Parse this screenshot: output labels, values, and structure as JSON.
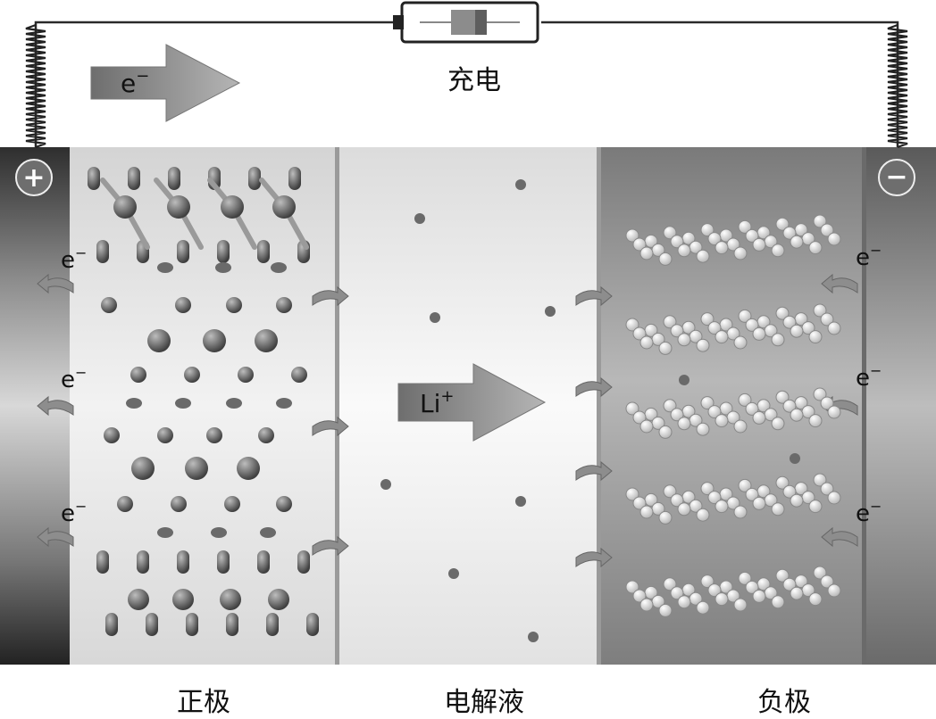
{
  "diagram": {
    "charging_label": "充电",
    "electron_label": "e",
    "electron_sup": "−",
    "lithium_label": "Li",
    "lithium_sup": "+",
    "plus_sign": "+",
    "minus_sign": "−",
    "regions": {
      "cathode": "正极",
      "electrolyte": "电解液",
      "anode": "负极"
    }
  },
  "colors": {
    "wire": "#2a2a2a",
    "cathode_atoms": "#5d5d5d",
    "anode_atoms": "#dcdcdc",
    "electrolyte_bg": "#ececec",
    "anode_bg": "#8e8e8e"
  }
}
